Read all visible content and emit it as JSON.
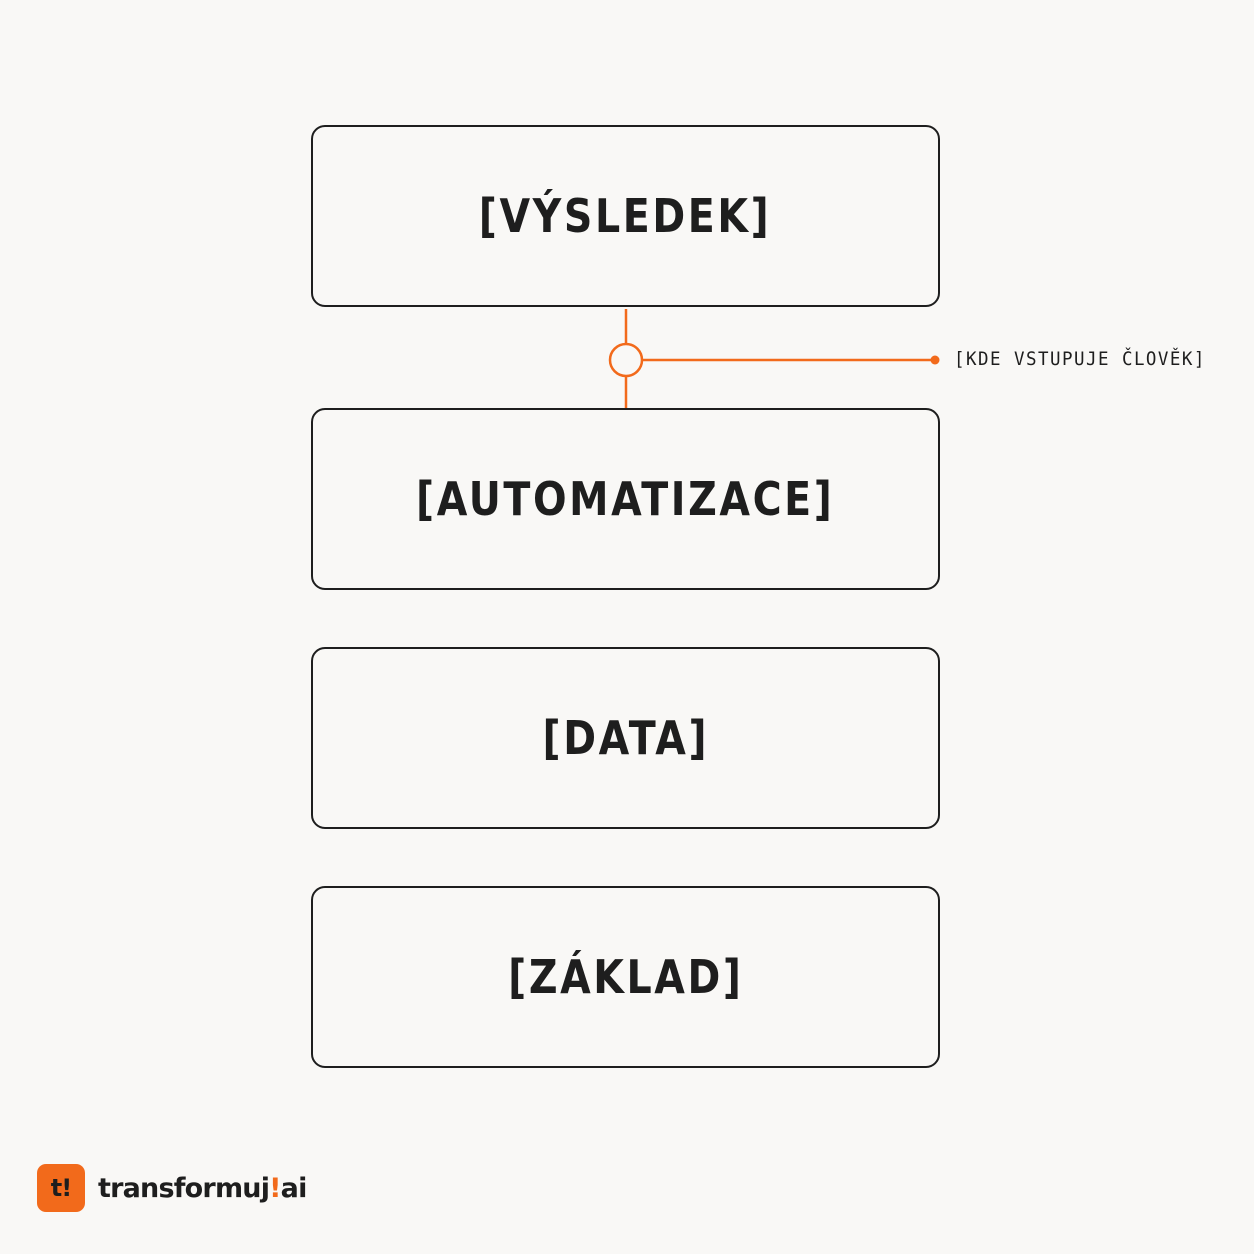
{
  "diagram": {
    "layers": [
      {
        "label": "[VÝSLEDEK]"
      },
      {
        "label": "[AUTOMATIZACE]"
      },
      {
        "label": "[DATA]"
      },
      {
        "label": "[ZÁKLAD]"
      }
    ],
    "annotation": "[KDE VSTUPUJE ČLOVĚK]"
  },
  "brand": {
    "badge_text": "t!",
    "name_part1": "transformuj",
    "name_accent": "!",
    "name_part2": "ai"
  },
  "colors": {
    "background": "#f9f8f6",
    "accent": "#f26a1b",
    "ink": "#1e1e1e"
  }
}
